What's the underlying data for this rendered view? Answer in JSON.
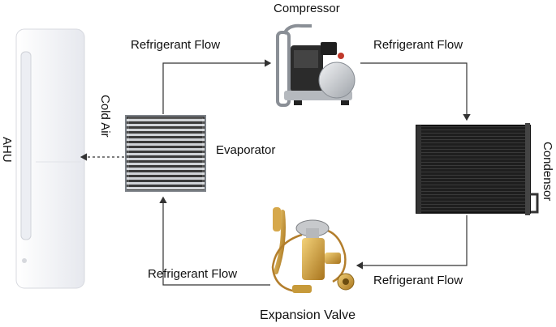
{
  "labels": {
    "compressor": "Compressor",
    "condensor": "Condensor",
    "evaporator": "Evaporator",
    "expansion_valve": "Expansion Valve",
    "ahu": "AHU",
    "cold_air": "Cold Air",
    "flow_top_left": "Refrigerant Flow",
    "flow_top_right": "Refrigerant Flow",
    "flow_bottom_left": "Refrigerant Flow",
    "flow_bottom_right": "Refrigerant Flow"
  },
  "colors": {
    "arrow": "#333333",
    "ahu_body": "#f3f4f8",
    "compressor_frame": "#8a8f96",
    "compressor_tank": "#cfd3d8",
    "coil_dark": "#2a2a2a",
    "evaporator_fin": "#9aa0a6",
    "valve_brass": "#c9962f"
  }
}
